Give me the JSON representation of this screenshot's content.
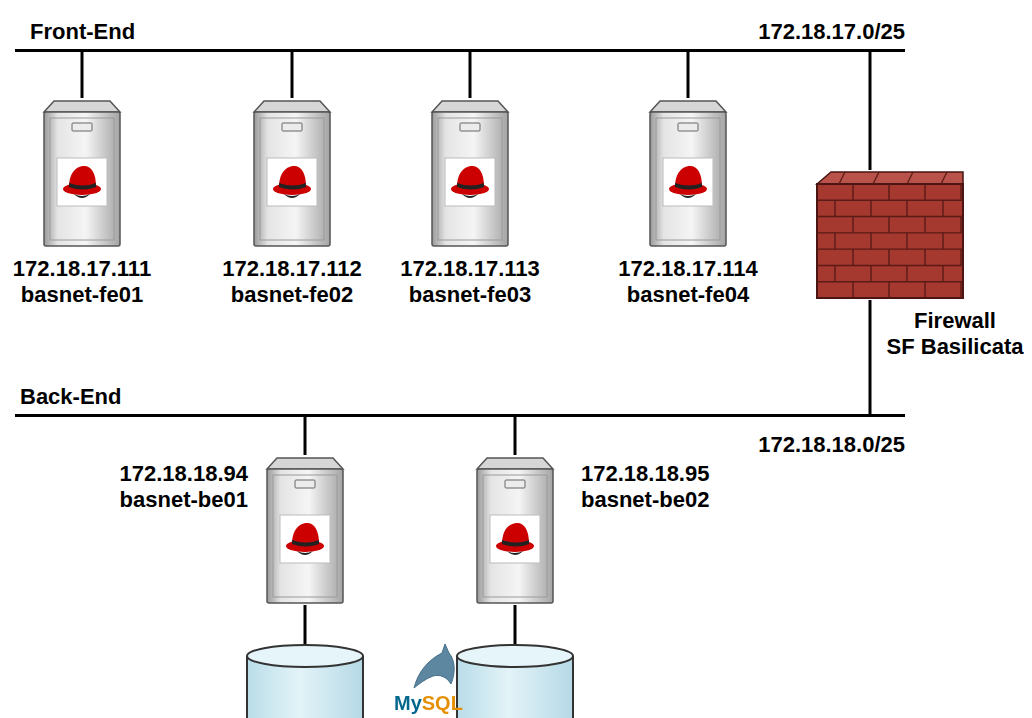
{
  "diagram": {
    "nodes": [
      {
        "text": [
          "Front-End",
          "172.18.17.0/25"
        ]
      },
      {
        "text": [
          "172.18.17.111",
          "basnet-fe01"
        ]
      },
      {
        "text": [
          "172.18.17.112",
          "basnet-fe02"
        ]
      },
      {
        "text": [
          "172.18.17.113",
          "basnet-fe03"
        ]
      },
      {
        "text": [
          "172.18.17.114",
          "basnet-fe04"
        ]
      },
      {
        "text": [
          "Firewall",
          "SF Basilicata"
        ]
      },
      {
        "text": [
          "Back-End",
          "172.18.18.0/25"
        ]
      },
      {
        "text": [
          "172.18.18.94",
          "basnet-be01"
        ]
      },
      {
        "text": [
          "172.18.18.95",
          "basnet-be02"
        ]
      }
    ],
    "edges": [
      {
        "from": 0,
        "to": 1,
        "arrow": "none"
      },
      {
        "from": 0,
        "to": 2,
        "arrow": "none"
      },
      {
        "from": 0,
        "to": 3,
        "arrow": "none"
      },
      {
        "from": 0,
        "to": 4,
        "arrow": "none"
      },
      {
        "from": 0,
        "to": 5,
        "arrow": "none"
      },
      {
        "from": 5,
        "to": 6,
        "arrow": "none"
      },
      {
        "from": 6,
        "to": 7,
        "arrow": "none"
      },
      {
        "from": 6,
        "to": 8,
        "arrow": "none"
      }
    ],
    "labels": [
      "MySQL"
    ]
  }
}
